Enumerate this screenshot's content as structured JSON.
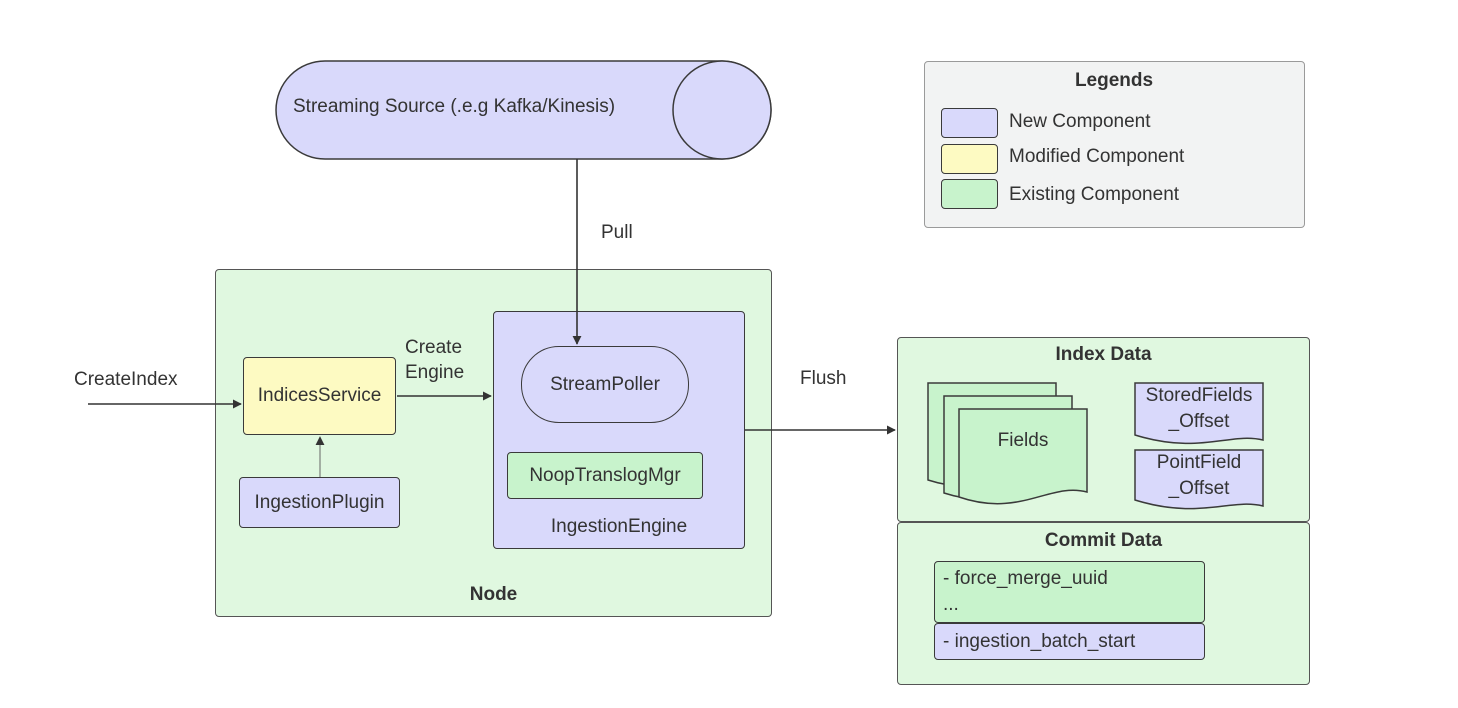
{
  "streaming_source": {
    "label": "Streaming Source (.e.g Kafka/Kinesis)"
  },
  "edges": {
    "pull": "Pull",
    "create_index": "CreateIndex",
    "create_engine_line1": "Create",
    "create_engine_line2": "Engine",
    "flush": "Flush"
  },
  "node": {
    "title": "Node",
    "indices_service": "IndicesService",
    "ingestion_plugin": "IngestionPlugin",
    "ingestion_engine": {
      "title": "IngestionEngine",
      "stream_poller": "StreamPoller",
      "translog_mgr": "NoopTranslogMgr"
    }
  },
  "index_data": {
    "title": "Index Data",
    "fields": "Fields",
    "stored_fields_line1": "StoredFields",
    "stored_fields_line2": "_Offset",
    "point_field_line1": "PointField",
    "point_field_line2": "_Offset"
  },
  "commit_data": {
    "title": "Commit Data",
    "existing_line1": "- force_merge_uuid",
    "existing_line2": "...",
    "new_line": "- ingestion_batch_start"
  },
  "legend": {
    "title": "Legends",
    "items": [
      {
        "label": "New Component",
        "color": "#d9d9fb"
      },
      {
        "label": "Modified Component",
        "color": "#fdfac2"
      },
      {
        "label": "Existing Component",
        "color": "#c8f3cc"
      }
    ]
  },
  "colors": {
    "new": "#d9d9fb",
    "modified": "#fdfac2",
    "existing": "#c8f3cc",
    "region": "#e0f8e0"
  }
}
